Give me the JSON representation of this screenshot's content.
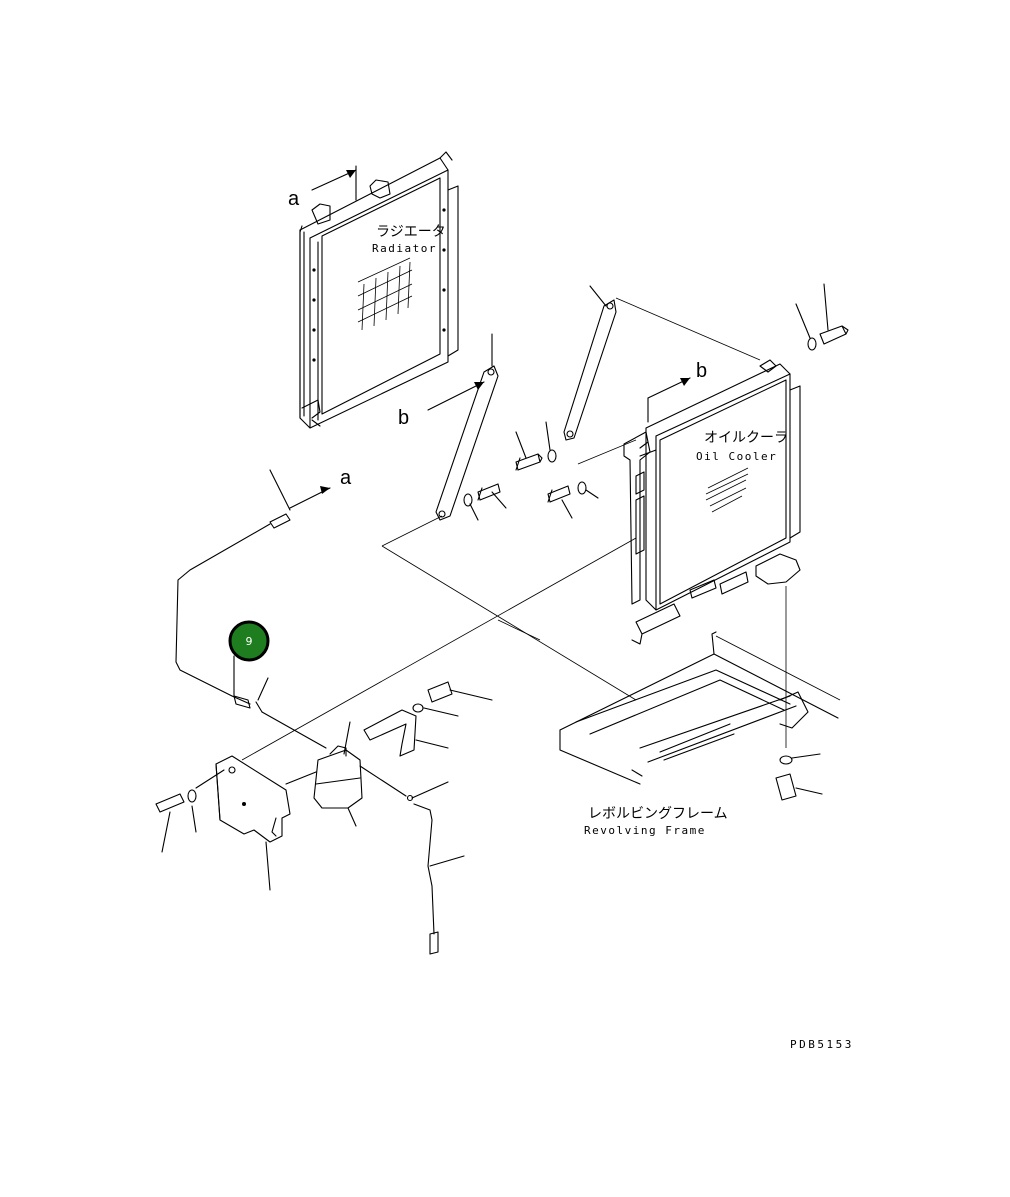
{
  "diagram": {
    "drawing_id": "PDB5153",
    "radiator": {
      "label_jp": "ラジエータ",
      "label_en": "Radiator"
    },
    "oil_cooler": {
      "label_jp": "オイルクーラ",
      "label_en": "Oil Cooler"
    },
    "frame": {
      "label_jp": "レボルビングフレーム",
      "label_en": "Revolving Frame"
    },
    "connection_marks": {
      "a": "a",
      "b": "b"
    },
    "callout": {
      "number": "9",
      "color": "#1e7d1e"
    }
  }
}
